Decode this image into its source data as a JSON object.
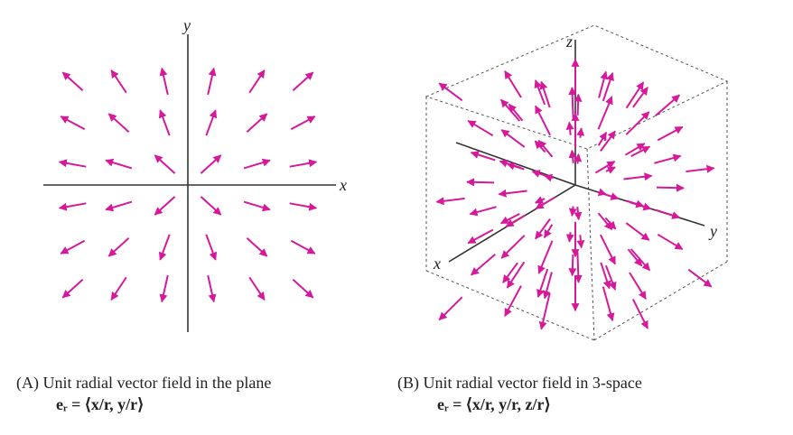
{
  "panel_a": {
    "axis_labels": {
      "x": "x",
      "y": "y"
    },
    "caption_title": "(A) Unit radial vector field in the plane",
    "caption_formula": "eᵣ = ⟨x/r, y/r⟩"
  },
  "panel_b": {
    "axis_labels": {
      "x": "x",
      "y": "y",
      "z": "z"
    },
    "caption_title": "(B) Unit radial vector field in 3-space",
    "caption_formula": "eᵣ = ⟨x/r, y/r, z/r⟩"
  },
  "colors": {
    "arrow": "#d6199b",
    "axis": "#333333",
    "box": "#555555"
  }
}
